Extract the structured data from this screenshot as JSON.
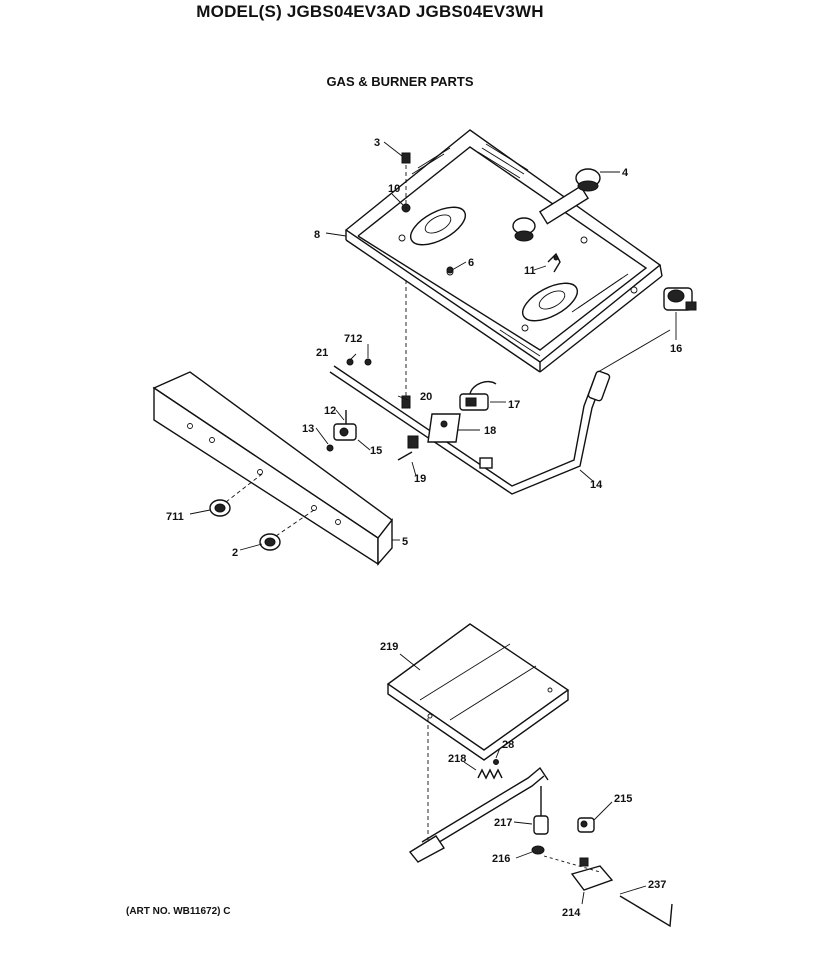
{
  "header": {
    "model_title": "MODEL(S) JGBS04EV3AD JGBS04EV3WH",
    "section_title": "GAS & BURNER PARTS"
  },
  "footer": {
    "art_number": "(ART NO. WB11672) C"
  },
  "callouts": {
    "c3": "3",
    "c4": "4",
    "c10": "10",
    "c8": "8",
    "c6": "6",
    "c11": "11",
    "c16": "16",
    "c712": "712",
    "c21": "21",
    "c20": "20",
    "c17": "17",
    "c12": "12",
    "c13": "13",
    "c15": "15",
    "c18": "18",
    "c19": "19",
    "c14": "14",
    "c711": "711",
    "c2": "2",
    "c5": "5",
    "c219": "219",
    "c218": "218",
    "c28": "28",
    "c217": "217",
    "c215": "215",
    "c216": "216",
    "c237": "237",
    "c214": "214"
  }
}
